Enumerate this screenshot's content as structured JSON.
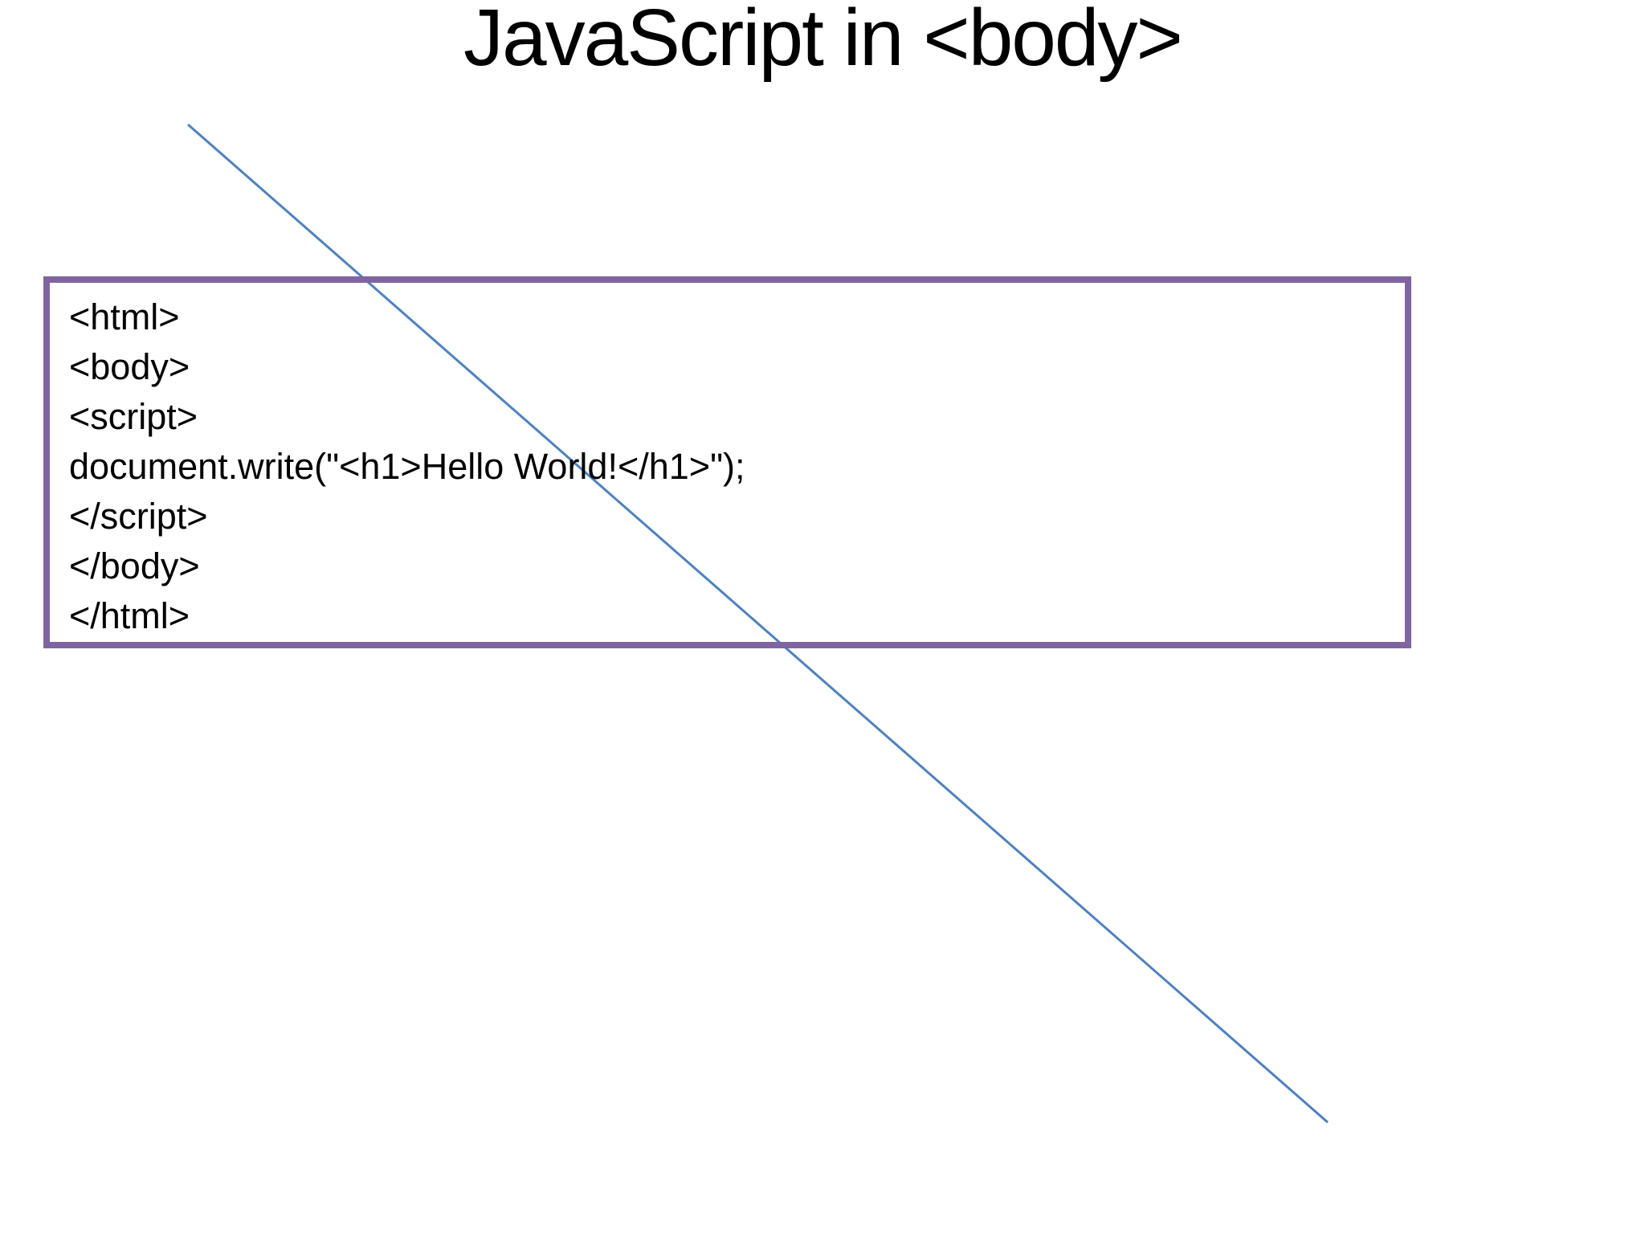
{
  "slide": {
    "title": "JavaScript in <body>"
  },
  "code_box": {
    "lines": [
      "<html>",
      "<body>",
      "<script>",
      "document.write(\"<h1>Hello World!</h1>\");",
      "</script>",
      "</body>",
      "</html>"
    ]
  },
  "colors": {
    "background": "#FFFFFF",
    "text_black": "#000000",
    "box_border_purple": "#8064A2",
    "line_blue": "#4F81BD"
  }
}
